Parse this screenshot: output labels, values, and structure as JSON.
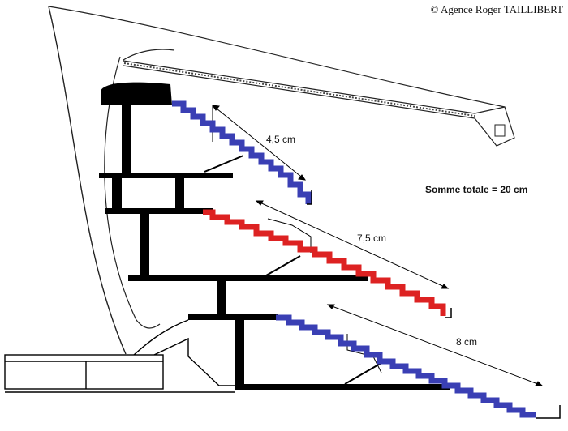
{
  "credit": "© Agence Roger TAILLIBERT",
  "summary": "Somme totale = 20 cm",
  "measures": {
    "upper": "4,5 cm",
    "middle": "7,5 cm",
    "lower": "8 cm"
  },
  "colors": {
    "upper_tier": "#3a3fb4",
    "middle_tier": "#dd2222",
    "lower_tier": "#3a3fb4",
    "structure": "#000000"
  }
}
